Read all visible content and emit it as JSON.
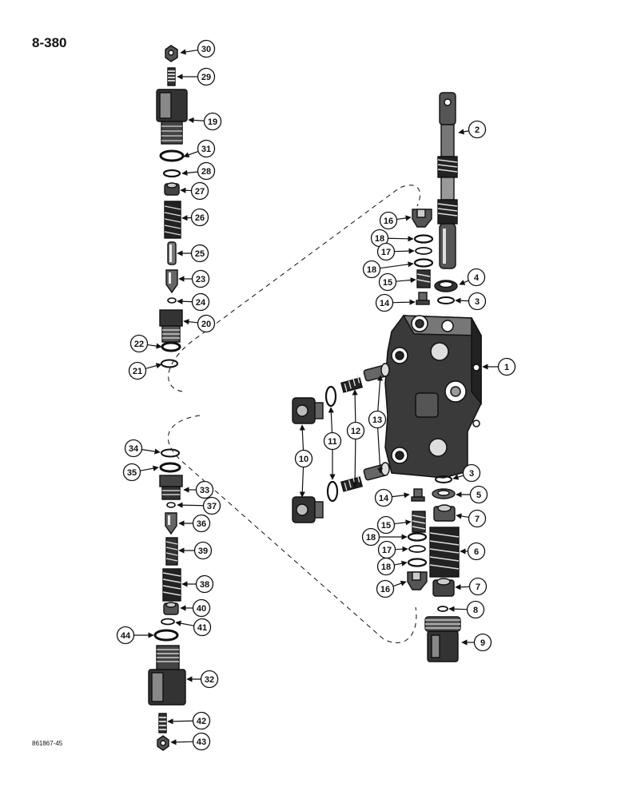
{
  "page": {
    "number": "8-380",
    "figure_id": "861867-45"
  },
  "callouts": [
    {
      "id": "c30",
      "label": "30"
    },
    {
      "id": "c29",
      "label": "29"
    },
    {
      "id": "c19",
      "label": "19"
    },
    {
      "id": "c31",
      "label": "31"
    },
    {
      "id": "c28",
      "label": "28"
    },
    {
      "id": "c27",
      "label": "27"
    },
    {
      "id": "c26",
      "label": "26"
    },
    {
      "id": "c25",
      "label": "25"
    },
    {
      "id": "c23",
      "label": "23"
    },
    {
      "id": "c24",
      "label": "24"
    },
    {
      "id": "c20",
      "label": "20"
    },
    {
      "id": "c22",
      "label": "22"
    },
    {
      "id": "c21",
      "label": "21"
    },
    {
      "id": "c34",
      "label": "34"
    },
    {
      "id": "c35",
      "label": "35"
    },
    {
      "id": "c33",
      "label": "33"
    },
    {
      "id": "c37",
      "label": "37"
    },
    {
      "id": "c36",
      "label": "36"
    },
    {
      "id": "c39",
      "label": "39"
    },
    {
      "id": "c38",
      "label": "38"
    },
    {
      "id": "c40",
      "label": "40"
    },
    {
      "id": "c44",
      "label": "44"
    },
    {
      "id": "c41",
      "label": "41"
    },
    {
      "id": "c32",
      "label": "32"
    },
    {
      "id": "c42",
      "label": "42"
    },
    {
      "id": "c43",
      "label": "43"
    },
    {
      "id": "c2",
      "label": "2"
    },
    {
      "id": "c16a",
      "label": "16"
    },
    {
      "id": "c18a",
      "label": "18"
    },
    {
      "id": "c17a",
      "label": "17"
    },
    {
      "id": "c18b",
      "label": "18"
    },
    {
      "id": "c15a",
      "label": "15"
    },
    {
      "id": "c4",
      "label": "4"
    },
    {
      "id": "c14a",
      "label": "14"
    },
    {
      "id": "c3a",
      "label": "3"
    },
    {
      "id": "c1",
      "label": "1"
    },
    {
      "id": "c13",
      "label": "13"
    },
    {
      "id": "c12",
      "label": "12"
    },
    {
      "id": "c11",
      "label": "11"
    },
    {
      "id": "c10",
      "label": "10"
    },
    {
      "id": "c3b",
      "label": "3"
    },
    {
      "id": "c14b",
      "label": "14"
    },
    {
      "id": "c5",
      "label": "5"
    },
    {
      "id": "c7a",
      "label": "7"
    },
    {
      "id": "c15b",
      "label": "15"
    },
    {
      "id": "c18c",
      "label": "18"
    },
    {
      "id": "c17b",
      "label": "17"
    },
    {
      "id": "c6",
      "label": "6"
    },
    {
      "id": "c18d",
      "label": "18"
    },
    {
      "id": "c16b",
      "label": "16"
    },
    {
      "id": "c7b",
      "label": "7"
    },
    {
      "id": "c8",
      "label": "8"
    },
    {
      "id": "c9",
      "label": "9"
    }
  ]
}
